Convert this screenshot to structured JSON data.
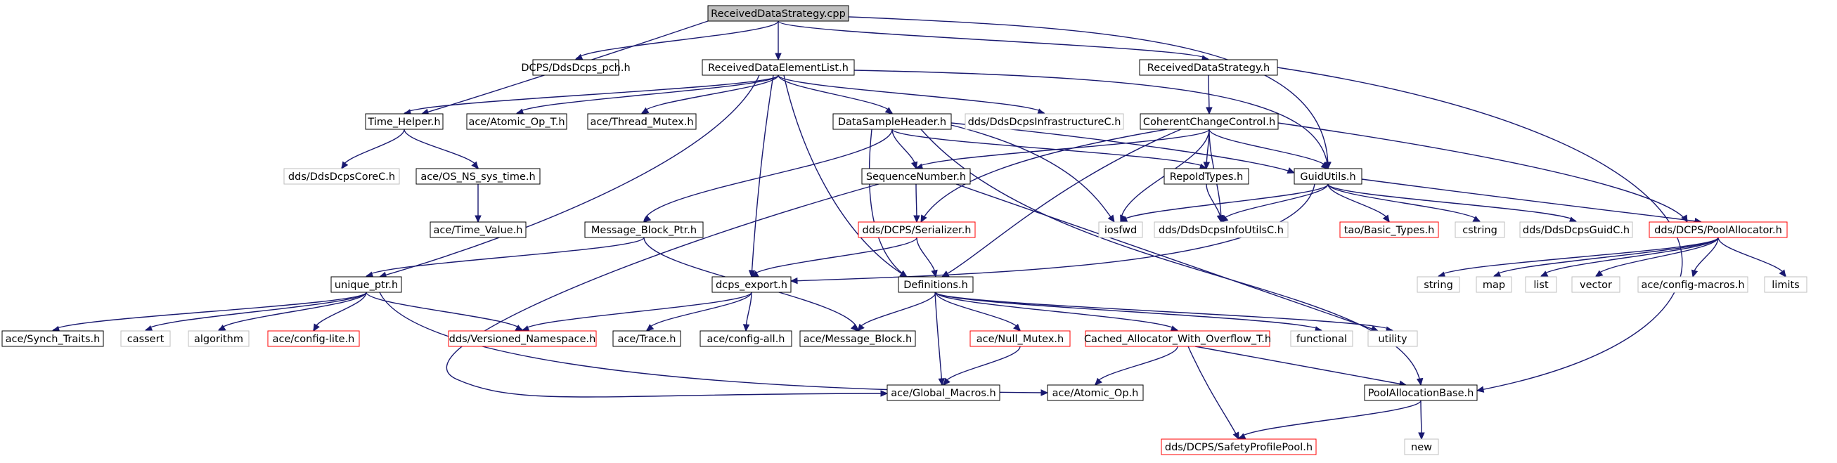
{
  "graph": {
    "colors": {
      "edge": "#191970",
      "normal_border": "#000000",
      "missing_border": "#bfbfbf",
      "external_border": "#ff0000",
      "root_fill": "#bfbfbf",
      "node_fill": "#ffffff"
    },
    "nodes": [
      {
        "id": "received-data-strategy-cpp",
        "label": "ReceivedDataStrategy.cpp",
        "kind": "root"
      },
      {
        "id": "dcps-ddsdcps-pch-h",
        "label": "DCPS/DdsDcps_pch.h",
        "kind": "normal"
      },
      {
        "id": "received-data-element-list-h",
        "label": "ReceivedDataElementList.h",
        "kind": "normal"
      },
      {
        "id": "received-data-strategy-h",
        "label": "ReceivedDataStrategy.h",
        "kind": "normal"
      },
      {
        "id": "time-helper-h",
        "label": "Time_Helper.h",
        "kind": "normal"
      },
      {
        "id": "ace-atomic-op-t-h",
        "label": "ace/Atomic_Op_T.h",
        "kind": "normal"
      },
      {
        "id": "ace-thread-mutex-h",
        "label": "ace/Thread_Mutex.h",
        "kind": "normal"
      },
      {
        "id": "data-sample-header-h",
        "label": "DataSampleHeader.h",
        "kind": "normal"
      },
      {
        "id": "dds-ddsdcps-infrastructurec-h",
        "label": "dds/DdsDcpsInfrastructureC.h",
        "kind": "missing"
      },
      {
        "id": "coherent-change-control-h",
        "label": "CoherentChangeControl.h",
        "kind": "normal"
      },
      {
        "id": "dds-ddsdcpscorec-h",
        "label": "dds/DdsDcpsCoreC.h",
        "kind": "missing"
      },
      {
        "id": "ace-os-ns-sys-time-h",
        "label": "ace/OS_NS_sys_time.h",
        "kind": "normal"
      },
      {
        "id": "sequence-number-h",
        "label": "SequenceNumber.h",
        "kind": "normal"
      },
      {
        "id": "repoid-types-h",
        "label": "RepoIdTypes.h",
        "kind": "normal"
      },
      {
        "id": "guid-utils-h",
        "label": "GuidUtils.h",
        "kind": "normal"
      },
      {
        "id": "ace-time-value-h",
        "label": "ace/Time_Value.h",
        "kind": "normal"
      },
      {
        "id": "message-block-ptr-h",
        "label": "Message_Block_Ptr.h",
        "kind": "normal"
      },
      {
        "id": "dds-dcps-serializer-h",
        "label": "dds/DCPS/Serializer.h",
        "kind": "external"
      },
      {
        "id": "iosfwd",
        "label": "iosfwd",
        "kind": "missing"
      },
      {
        "id": "dds-ddsdcpsinfoutilsc-h",
        "label": "dds/DdsDcpsInfoUtilsC.h",
        "kind": "missing"
      },
      {
        "id": "tao-basic-types-h",
        "label": "tao/Basic_Types.h",
        "kind": "external"
      },
      {
        "id": "cstring",
        "label": "cstring",
        "kind": "missing"
      },
      {
        "id": "dds-ddsdcpsguidc-h",
        "label": "dds/DdsDcpsGuidC.h",
        "kind": "missing"
      },
      {
        "id": "dds-dcps-poolallocator-h",
        "label": "dds/DCPS/PoolAllocator.h",
        "kind": "external"
      },
      {
        "id": "unique-ptr-h",
        "label": "unique_ptr.h",
        "kind": "normal"
      },
      {
        "id": "dcps-export-h",
        "label": "dcps_export.h",
        "kind": "normal"
      },
      {
        "id": "definitions-h",
        "label": "Definitions.h",
        "kind": "normal"
      },
      {
        "id": "string",
        "label": "string",
        "kind": "missing"
      },
      {
        "id": "map",
        "label": "map",
        "kind": "missing"
      },
      {
        "id": "list",
        "label": "list",
        "kind": "missing"
      },
      {
        "id": "vector",
        "label": "vector",
        "kind": "missing"
      },
      {
        "id": "ace-config-macros-h",
        "label": "ace/config-macros.h",
        "kind": "missing"
      },
      {
        "id": "limits",
        "label": "limits",
        "kind": "missing"
      },
      {
        "id": "ace-synch-traits-h",
        "label": "ace/Synch_Traits.h",
        "kind": "normal"
      },
      {
        "id": "cassert",
        "label": "cassert",
        "kind": "missing"
      },
      {
        "id": "algorithm",
        "label": "algorithm",
        "kind": "missing"
      },
      {
        "id": "ace-config-lite-h",
        "label": "ace/config-lite.h",
        "kind": "external"
      },
      {
        "id": "dds-versioned-namespace-h",
        "label": "dds/Versioned_Namespace.h",
        "kind": "external"
      },
      {
        "id": "ace-trace-h",
        "label": "ace/Trace.h",
        "kind": "normal"
      },
      {
        "id": "ace-config-all-h",
        "label": "ace/config-all.h",
        "kind": "normal"
      },
      {
        "id": "ace-message-block-h",
        "label": "ace/Message_Block.h",
        "kind": "normal"
      },
      {
        "id": "ace-null-mutex-h",
        "label": "ace/Null_Mutex.h",
        "kind": "external"
      },
      {
        "id": "cached-allocator-with-overflow-t-h",
        "label": "Cached_Allocator_With_Overflow_T.h",
        "kind": "external"
      },
      {
        "id": "functional",
        "label": "functional",
        "kind": "missing"
      },
      {
        "id": "utility",
        "label": "utility",
        "kind": "missing"
      },
      {
        "id": "ace-global-macros-h",
        "label": "ace/Global_Macros.h",
        "kind": "normal"
      },
      {
        "id": "ace-atomic-op-h",
        "label": "ace/Atomic_Op.h",
        "kind": "normal"
      },
      {
        "id": "pool-allocation-base-h",
        "label": "PoolAllocationBase.h",
        "kind": "normal"
      },
      {
        "id": "new",
        "label": "new",
        "kind": "missing"
      },
      {
        "id": "dds-dcps-safetyprofilepool-h",
        "label": "dds/DCPS/SafetyProfilePool.h",
        "kind": "external"
      }
    ],
    "edges": [
      {
        "from": "received-data-strategy-cpp",
        "to": "dcps-ddsdcps-pch-h"
      },
      {
        "from": "received-data-strategy-cpp",
        "to": "received-data-element-list-h"
      },
      {
        "from": "received-data-strategy-cpp",
        "to": "received-data-strategy-h"
      },
      {
        "from": "received-data-strategy-cpp",
        "to": "time-helper-h"
      },
      {
        "from": "received-data-strategy-cpp",
        "to": "guid-utils-h"
      },
      {
        "from": "received-data-element-list-h",
        "to": "time-helper-h"
      },
      {
        "from": "received-data-element-list-h",
        "to": "ace-atomic-op-t-h"
      },
      {
        "from": "received-data-element-list-h",
        "to": "ace-thread-mutex-h"
      },
      {
        "from": "received-data-element-list-h",
        "to": "data-sample-header-h"
      },
      {
        "from": "received-data-element-list-h",
        "to": "dds-ddsdcps-infrastructurec-h"
      },
      {
        "from": "received-data-element-list-h",
        "to": "guid-utils-h"
      },
      {
        "from": "received-data-element-list-h",
        "to": "unique-ptr-h"
      },
      {
        "from": "received-data-element-list-h",
        "to": "dcps-export-h"
      },
      {
        "from": "received-data-element-list-h",
        "to": "definitions-h"
      },
      {
        "from": "received-data-strategy-h",
        "to": "coherent-change-control-h"
      },
      {
        "from": "received-data-strategy-h",
        "to": "pool-allocation-base-h"
      },
      {
        "from": "time-helper-h",
        "to": "dds-ddsdcpscorec-h"
      },
      {
        "from": "time-helper-h",
        "to": "ace-os-ns-sys-time-h"
      },
      {
        "from": "ace-os-ns-sys-time-h",
        "to": "ace-time-value-h"
      },
      {
        "from": "data-sample-header-h",
        "to": "sequence-number-h"
      },
      {
        "from": "data-sample-header-h",
        "to": "repoid-types-h"
      },
      {
        "from": "data-sample-header-h",
        "to": "guid-utils-h"
      },
      {
        "from": "data-sample-header-h",
        "to": "message-block-ptr-h"
      },
      {
        "from": "data-sample-header-h",
        "to": "iosfwd"
      },
      {
        "from": "data-sample-header-h",
        "to": "definitions-h"
      },
      {
        "from": "data-sample-header-h",
        "to": "pool-allocation-base-h"
      },
      {
        "from": "coherent-change-control-h",
        "to": "sequence-number-h"
      },
      {
        "from": "coherent-change-control-h",
        "to": "repoid-types-h"
      },
      {
        "from": "coherent-change-control-h",
        "to": "guid-utils-h"
      },
      {
        "from": "coherent-change-control-h",
        "to": "dds-dcps-serializer-h"
      },
      {
        "from": "coherent-change-control-h",
        "to": "iosfwd"
      },
      {
        "from": "coherent-change-control-h",
        "to": "dds-ddsdcpsinfoutilsc-h"
      },
      {
        "from": "coherent-change-control-h",
        "to": "dds-dcps-poolallocator-h"
      },
      {
        "from": "coherent-change-control-h",
        "to": "definitions-h"
      },
      {
        "from": "sequence-number-h",
        "to": "dds-dcps-serializer-h"
      },
      {
        "from": "sequence-number-h",
        "to": "utility"
      },
      {
        "from": "sequence-number-h",
        "to": "ace-global-macros-h"
      },
      {
        "from": "repoid-types-h",
        "to": "dds-ddsdcpsinfoutilsc-h"
      },
      {
        "from": "guid-utils-h",
        "to": "iosfwd"
      },
      {
        "from": "guid-utils-h",
        "to": "dds-ddsdcpsinfoutilsc-h"
      },
      {
        "from": "guid-utils-h",
        "to": "tao-basic-types-h"
      },
      {
        "from": "guid-utils-h",
        "to": "cstring"
      },
      {
        "from": "guid-utils-h",
        "to": "dds-ddsdcpsguidc-h"
      },
      {
        "from": "guid-utils-h",
        "to": "dds-dcps-poolallocator-h"
      },
      {
        "from": "guid-utils-h",
        "to": "dcps-export-h"
      },
      {
        "from": "message-block-ptr-h",
        "to": "unique-ptr-h"
      },
      {
        "from": "message-block-ptr-h",
        "to": "ace-message-block-h"
      },
      {
        "from": "dds-dcps-serializer-h",
        "to": "dcps-export-h"
      },
      {
        "from": "dds-dcps-serializer-h",
        "to": "definitions-h"
      },
      {
        "from": "dds-dcps-poolallocator-h",
        "to": "string"
      },
      {
        "from": "dds-dcps-poolallocator-h",
        "to": "map"
      },
      {
        "from": "dds-dcps-poolallocator-h",
        "to": "list"
      },
      {
        "from": "dds-dcps-poolallocator-h",
        "to": "vector"
      },
      {
        "from": "dds-dcps-poolallocator-h",
        "to": "ace-config-macros-h"
      },
      {
        "from": "dds-dcps-poolallocator-h",
        "to": "limits"
      },
      {
        "from": "unique-ptr-h",
        "to": "ace-synch-traits-h"
      },
      {
        "from": "unique-ptr-h",
        "to": "cassert"
      },
      {
        "from": "unique-ptr-h",
        "to": "algorithm"
      },
      {
        "from": "unique-ptr-h",
        "to": "ace-config-lite-h"
      },
      {
        "from": "unique-ptr-h",
        "to": "dds-versioned-namespace-h"
      },
      {
        "from": "unique-ptr-h",
        "to": "ace-atomic-op-h"
      },
      {
        "from": "dcps-export-h",
        "to": "dds-versioned-namespace-h"
      },
      {
        "from": "dcps-export-h",
        "to": "ace-trace-h"
      },
      {
        "from": "dcps-export-h",
        "to": "ace-config-all-h"
      },
      {
        "from": "definitions-h",
        "to": "ace-message-block-h"
      },
      {
        "from": "definitions-h",
        "to": "ace-null-mutex-h"
      },
      {
        "from": "definitions-h",
        "to": "cached-allocator-with-overflow-t-h"
      },
      {
        "from": "definitions-h",
        "to": "functional"
      },
      {
        "from": "definitions-h",
        "to": "utility"
      },
      {
        "from": "definitions-h",
        "to": "ace-global-macros-h"
      },
      {
        "from": "ace-null-mutex-h",
        "to": "ace-global-macros-h"
      },
      {
        "from": "cached-allocator-with-overflow-t-h",
        "to": "ace-atomic-op-h"
      },
      {
        "from": "cached-allocator-with-overflow-t-h",
        "to": "pool-allocation-base-h"
      },
      {
        "from": "cached-allocator-with-overflow-t-h",
        "to": "dds-dcps-safetyprofilepool-h"
      },
      {
        "from": "pool-allocation-base-h",
        "to": "new"
      },
      {
        "from": "pool-allocation-base-h",
        "to": "dds-dcps-safetyprofilepool-h"
      }
    ]
  }
}
